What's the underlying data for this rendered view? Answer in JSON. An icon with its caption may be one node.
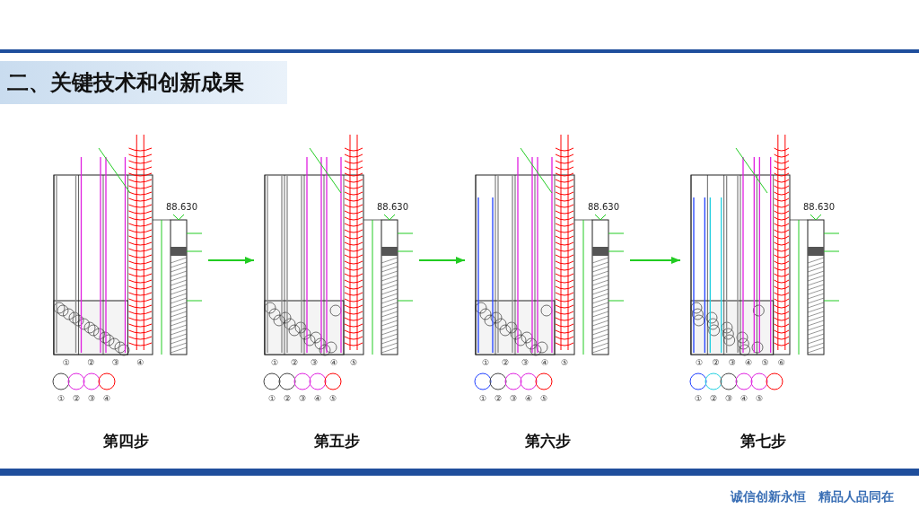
{
  "diagram": {
    "title": "二、关键技术和创新成果",
    "nodes": [
      {
        "text": [],
        "shape": "picture",
        "beside": [
          "第四步"
        ]
      },
      {
        "text": [],
        "shape": "picture",
        "beside": [
          "第五步"
        ]
      },
      {
        "text": [],
        "shape": "picture",
        "beside": [
          "第六步"
        ]
      },
      {
        "text": [],
        "shape": "picture",
        "beside": [
          "第七步"
        ]
      }
    ],
    "edges": [
      {
        "from": 0,
        "to": 1,
        "arrow": "to"
      },
      {
        "from": 1,
        "to": 2,
        "arrow": "to"
      },
      {
        "from": 2,
        "to": 3,
        "arrow": "to"
      }
    ],
    "labels": [
      "88.630",
      "①",
      "②",
      "③",
      "④",
      "①",
      "②",
      "③",
      "④",
      "88.630",
      "①",
      "②",
      "③",
      "④",
      "⑤",
      "①",
      "②",
      "③",
      "④",
      "⑤",
      "88.630",
      "①",
      "②",
      "③",
      "④",
      "⑤",
      "①",
      "②",
      "③",
      "④",
      "⑤",
      "88.630",
      "①",
      "②",
      "③",
      "④",
      "⑤",
      "⑥",
      "①",
      "②",
      "③",
      "④",
      "⑤",
      "诚信创新永恒　精品人品同在"
    ]
  }
}
